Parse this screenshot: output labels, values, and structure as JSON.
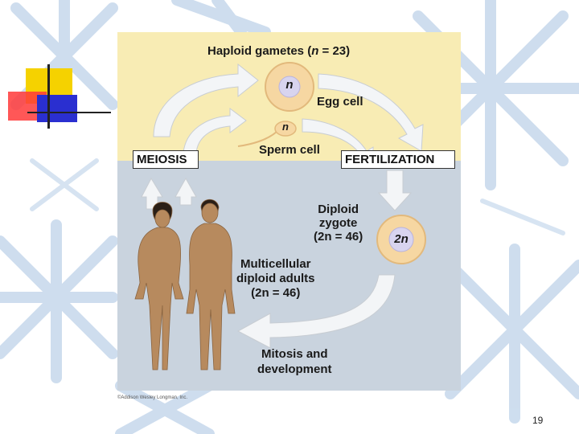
{
  "colors": {
    "upper_panel": "#f8ecb4",
    "lower_panel": "#c9d3de",
    "cell_fill": "#f6d7a2",
    "nucleus_fill": "#d8d4ef",
    "arrow_fill": "#f3f5f7",
    "skin": "#b78a5e",
    "snowflake": "#c6d8ec"
  },
  "diagram": {
    "gametes_heading_prefix": "Haploid gametes (",
    "gametes_heading_n": "n",
    "gametes_heading_suffix": " = 23)",
    "egg_nucleus_label": "n",
    "egg_label": "Egg cell",
    "sperm_nucleus_label": "n",
    "sperm_label": "Sperm cell",
    "meiosis_label": "MEIOSIS",
    "fertilization_label": "FERTILIZATION",
    "zygote_line1": "Diploid",
    "zygote_line2": "zygote",
    "zygote_line3": "(2n = 46)",
    "zygote_nucleus_label": "2n",
    "adults_line1": "Multicellular",
    "adults_line2": "diploid adults",
    "adults_line3": "(2n = 46)",
    "mitosis_line1": "Mitosis and",
    "mitosis_line2": "development",
    "copyright": "©Addison Wesley Longman, Inc."
  },
  "slide": {
    "page_number": "19"
  }
}
